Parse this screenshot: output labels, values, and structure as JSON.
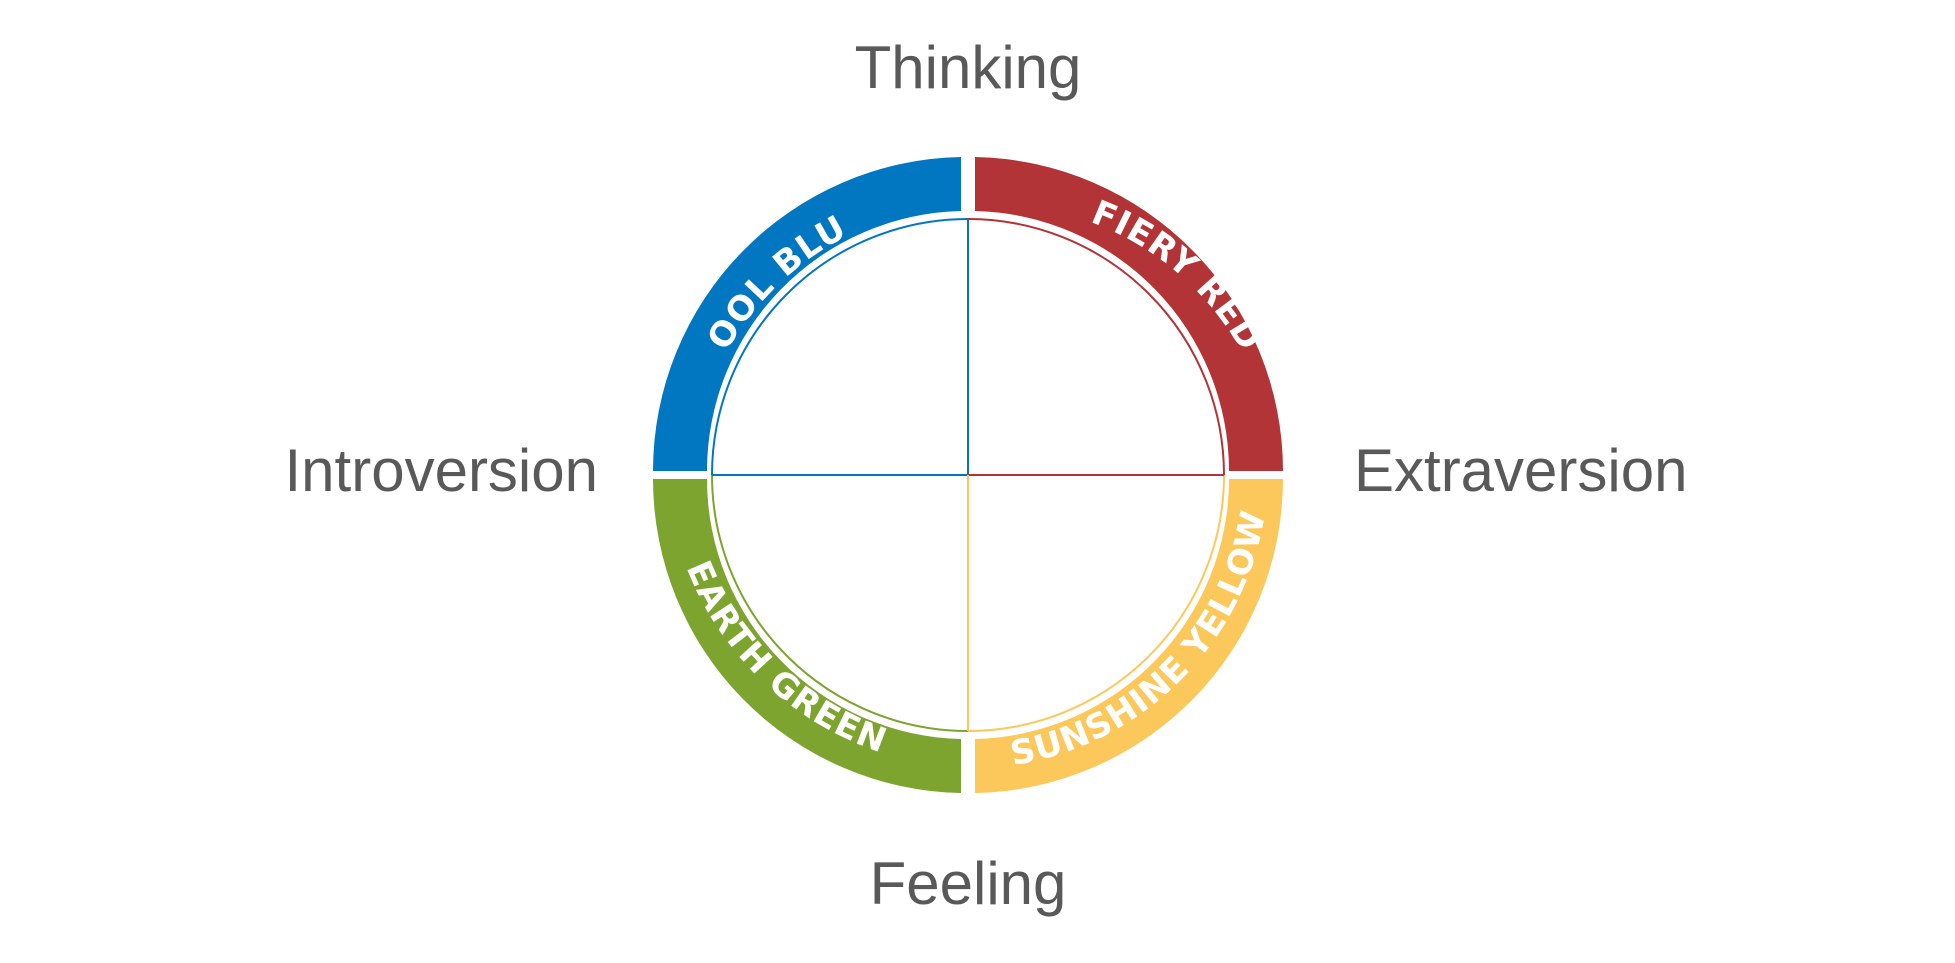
{
  "axes": {
    "top": "Thinking",
    "bottom": "Feeling",
    "left": "Introversion",
    "right": "Extraversion"
  },
  "quadrants": [
    {
      "id": "blue",
      "label": "COOL BLUE",
      "color": "#0077C0"
    },
    {
      "id": "red",
      "label": "FIERY RED",
      "color": "#B33437"
    },
    {
      "id": "green",
      "label": "EARTH GREEN",
      "color": "#7DA42F"
    },
    {
      "id": "yellow",
      "label": "SUNSHINE YELLOW",
      "color": "#FDC85B"
    }
  ]
}
